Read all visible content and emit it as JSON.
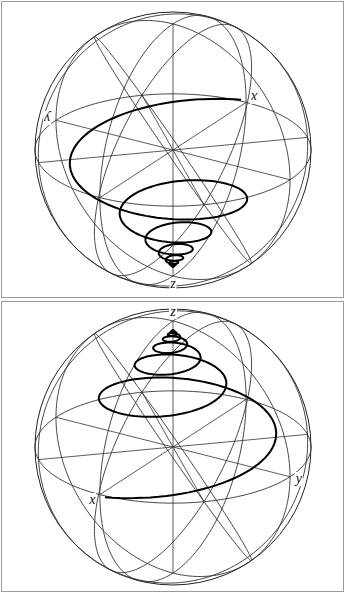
{
  "diagram": {
    "labels": [
      "y",
      "x",
      "z",
      "z",
      "x",
      "y"
    ]
  }
}
